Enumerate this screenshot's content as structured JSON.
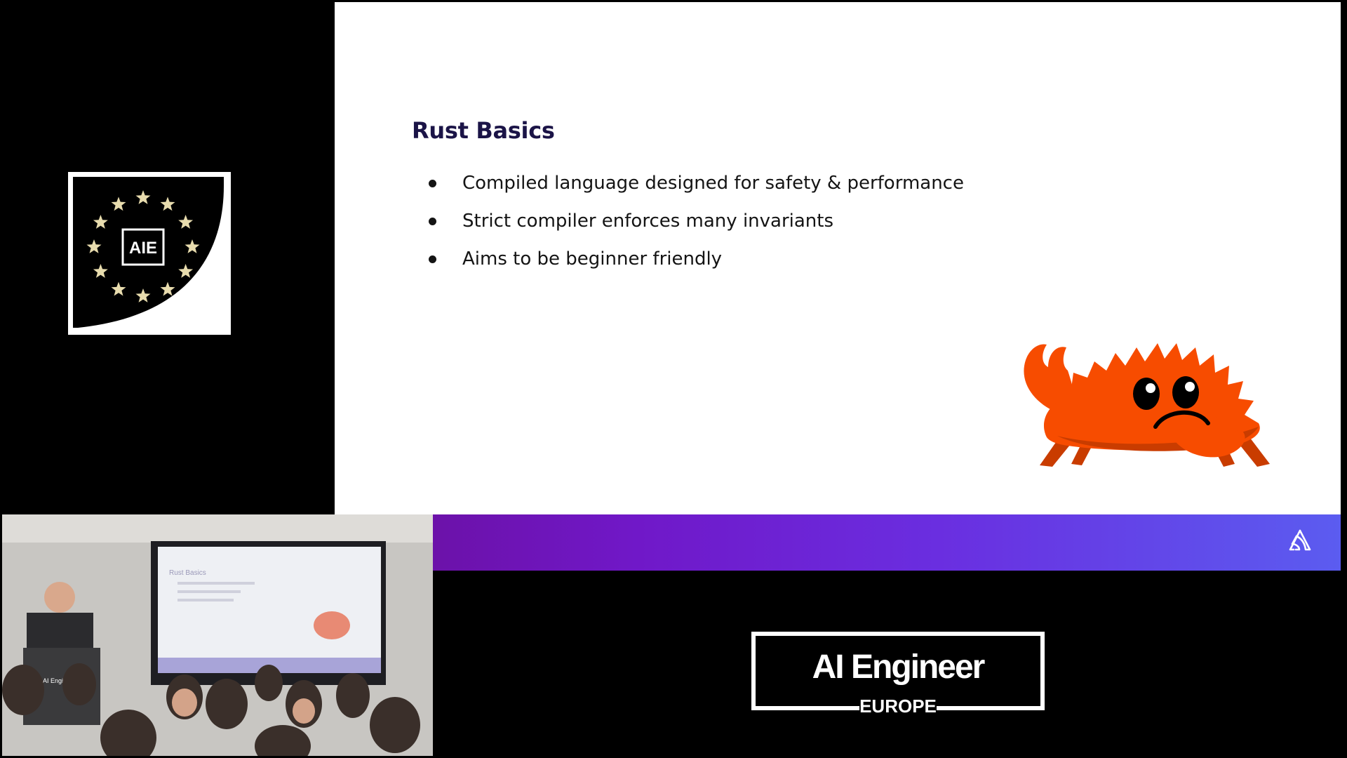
{
  "event_badge": {
    "label": "AIE"
  },
  "slide": {
    "title": "Rust Basics",
    "bullets": [
      "Compiled language designed for safety & performance",
      "Strict compiler enforces many invariants",
      "Aims to be beginner friendly"
    ],
    "mascot": "ferris-crab-icon",
    "brand_icon": "sentry-icon",
    "colors": {
      "title": "#1b1447",
      "mascot": "#f74c00",
      "bar_start": "#6a0e9a",
      "bar_end": "#5b5cf0"
    }
  },
  "webcam": {
    "podium_sign": "AI Engi",
    "screen_title": "Rust Basics"
  },
  "brand": {
    "name": "AI Engineer",
    "region": "EUROPE"
  }
}
